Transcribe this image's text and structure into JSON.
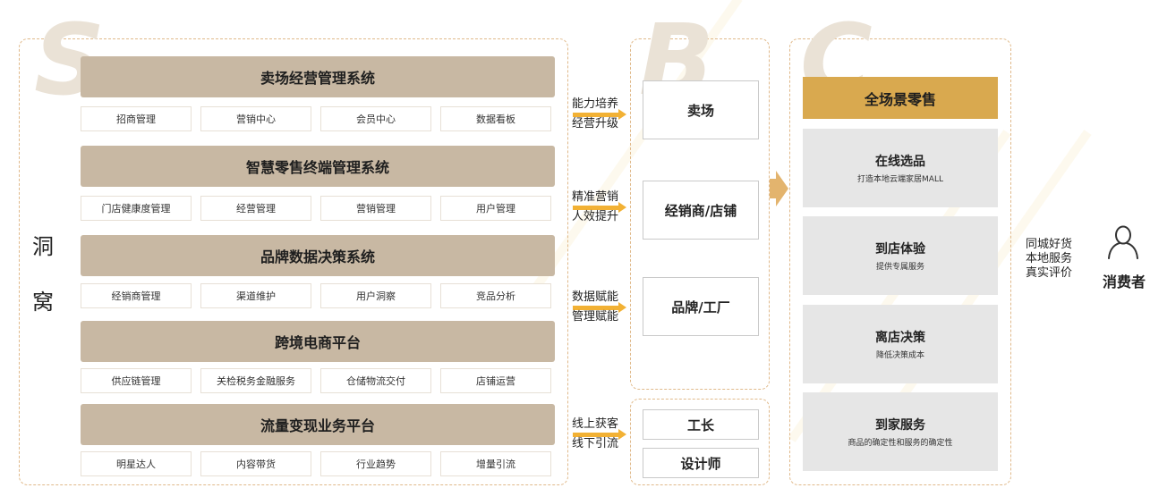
{
  "left": {
    "big_letter": "S",
    "side_chars": [
      "洞",
      "窝"
    ],
    "systems": [
      {
        "title": "卖场经营管理系统",
        "items": [
          "招商管理",
          "营销中心",
          "会员中心",
          "数据看板"
        ]
      },
      {
        "title": "智慧零售终端管理系统",
        "items": [
          "门店健康度管理",
          "经营管理",
          "营销管理",
          "用户管理"
        ]
      },
      {
        "title": "品牌数据决策系统",
        "items": [
          "经销商管理",
          "渠道维护",
          "用户洞察",
          "竞品分析"
        ]
      },
      {
        "title": "跨境电商平台",
        "items": [
          "供应链管理",
          "关检税务金融服务",
          "仓储物流交付",
          "店铺运营"
        ]
      },
      {
        "title": "流量变现业务平台",
        "items": [
          "明星达人",
          "内容带货",
          "行业趋势",
          "增量引流"
        ]
      }
    ]
  },
  "arrows": [
    {
      "line1": "能力培养",
      "line2": "经营升级"
    },
    {
      "line1": "精准营销",
      "line2": "人效提升"
    },
    {
      "line1": "数据赋能",
      "line2": "管理赋能"
    },
    {
      "line1": "线上获客",
      "line2": "线下引流"
    }
  ],
  "middle": {
    "big_letter": "B",
    "boxes": [
      "卖场",
      "经销商/店铺",
      "品牌/工厂"
    ],
    "lower_boxes": [
      "工长",
      "设计师"
    ]
  },
  "right": {
    "big_letter": "C",
    "header": "全场景零售",
    "cards": [
      {
        "title": "在线选品",
        "sub": "打造本地云端家居MALL"
      },
      {
        "title": "到店体验",
        "sub": "提供专属服务"
      },
      {
        "title": "离店决策",
        "sub": "降低决策成本"
      },
      {
        "title": "到家服务",
        "sub": "商品的确定性和服务的确定性"
      }
    ]
  },
  "consumer": {
    "lines": [
      "同城好货",
      "本地服务",
      "真实评价"
    ],
    "label": "消费者",
    "icon": "user-icon"
  },
  "colors": {
    "system_bar": "#c8b8a3",
    "accent_gold": "#d9a94f",
    "arrow_yellow": "#f2b134",
    "dashed_border": "#e0b98a",
    "card_gray": "#e6e6e6"
  }
}
